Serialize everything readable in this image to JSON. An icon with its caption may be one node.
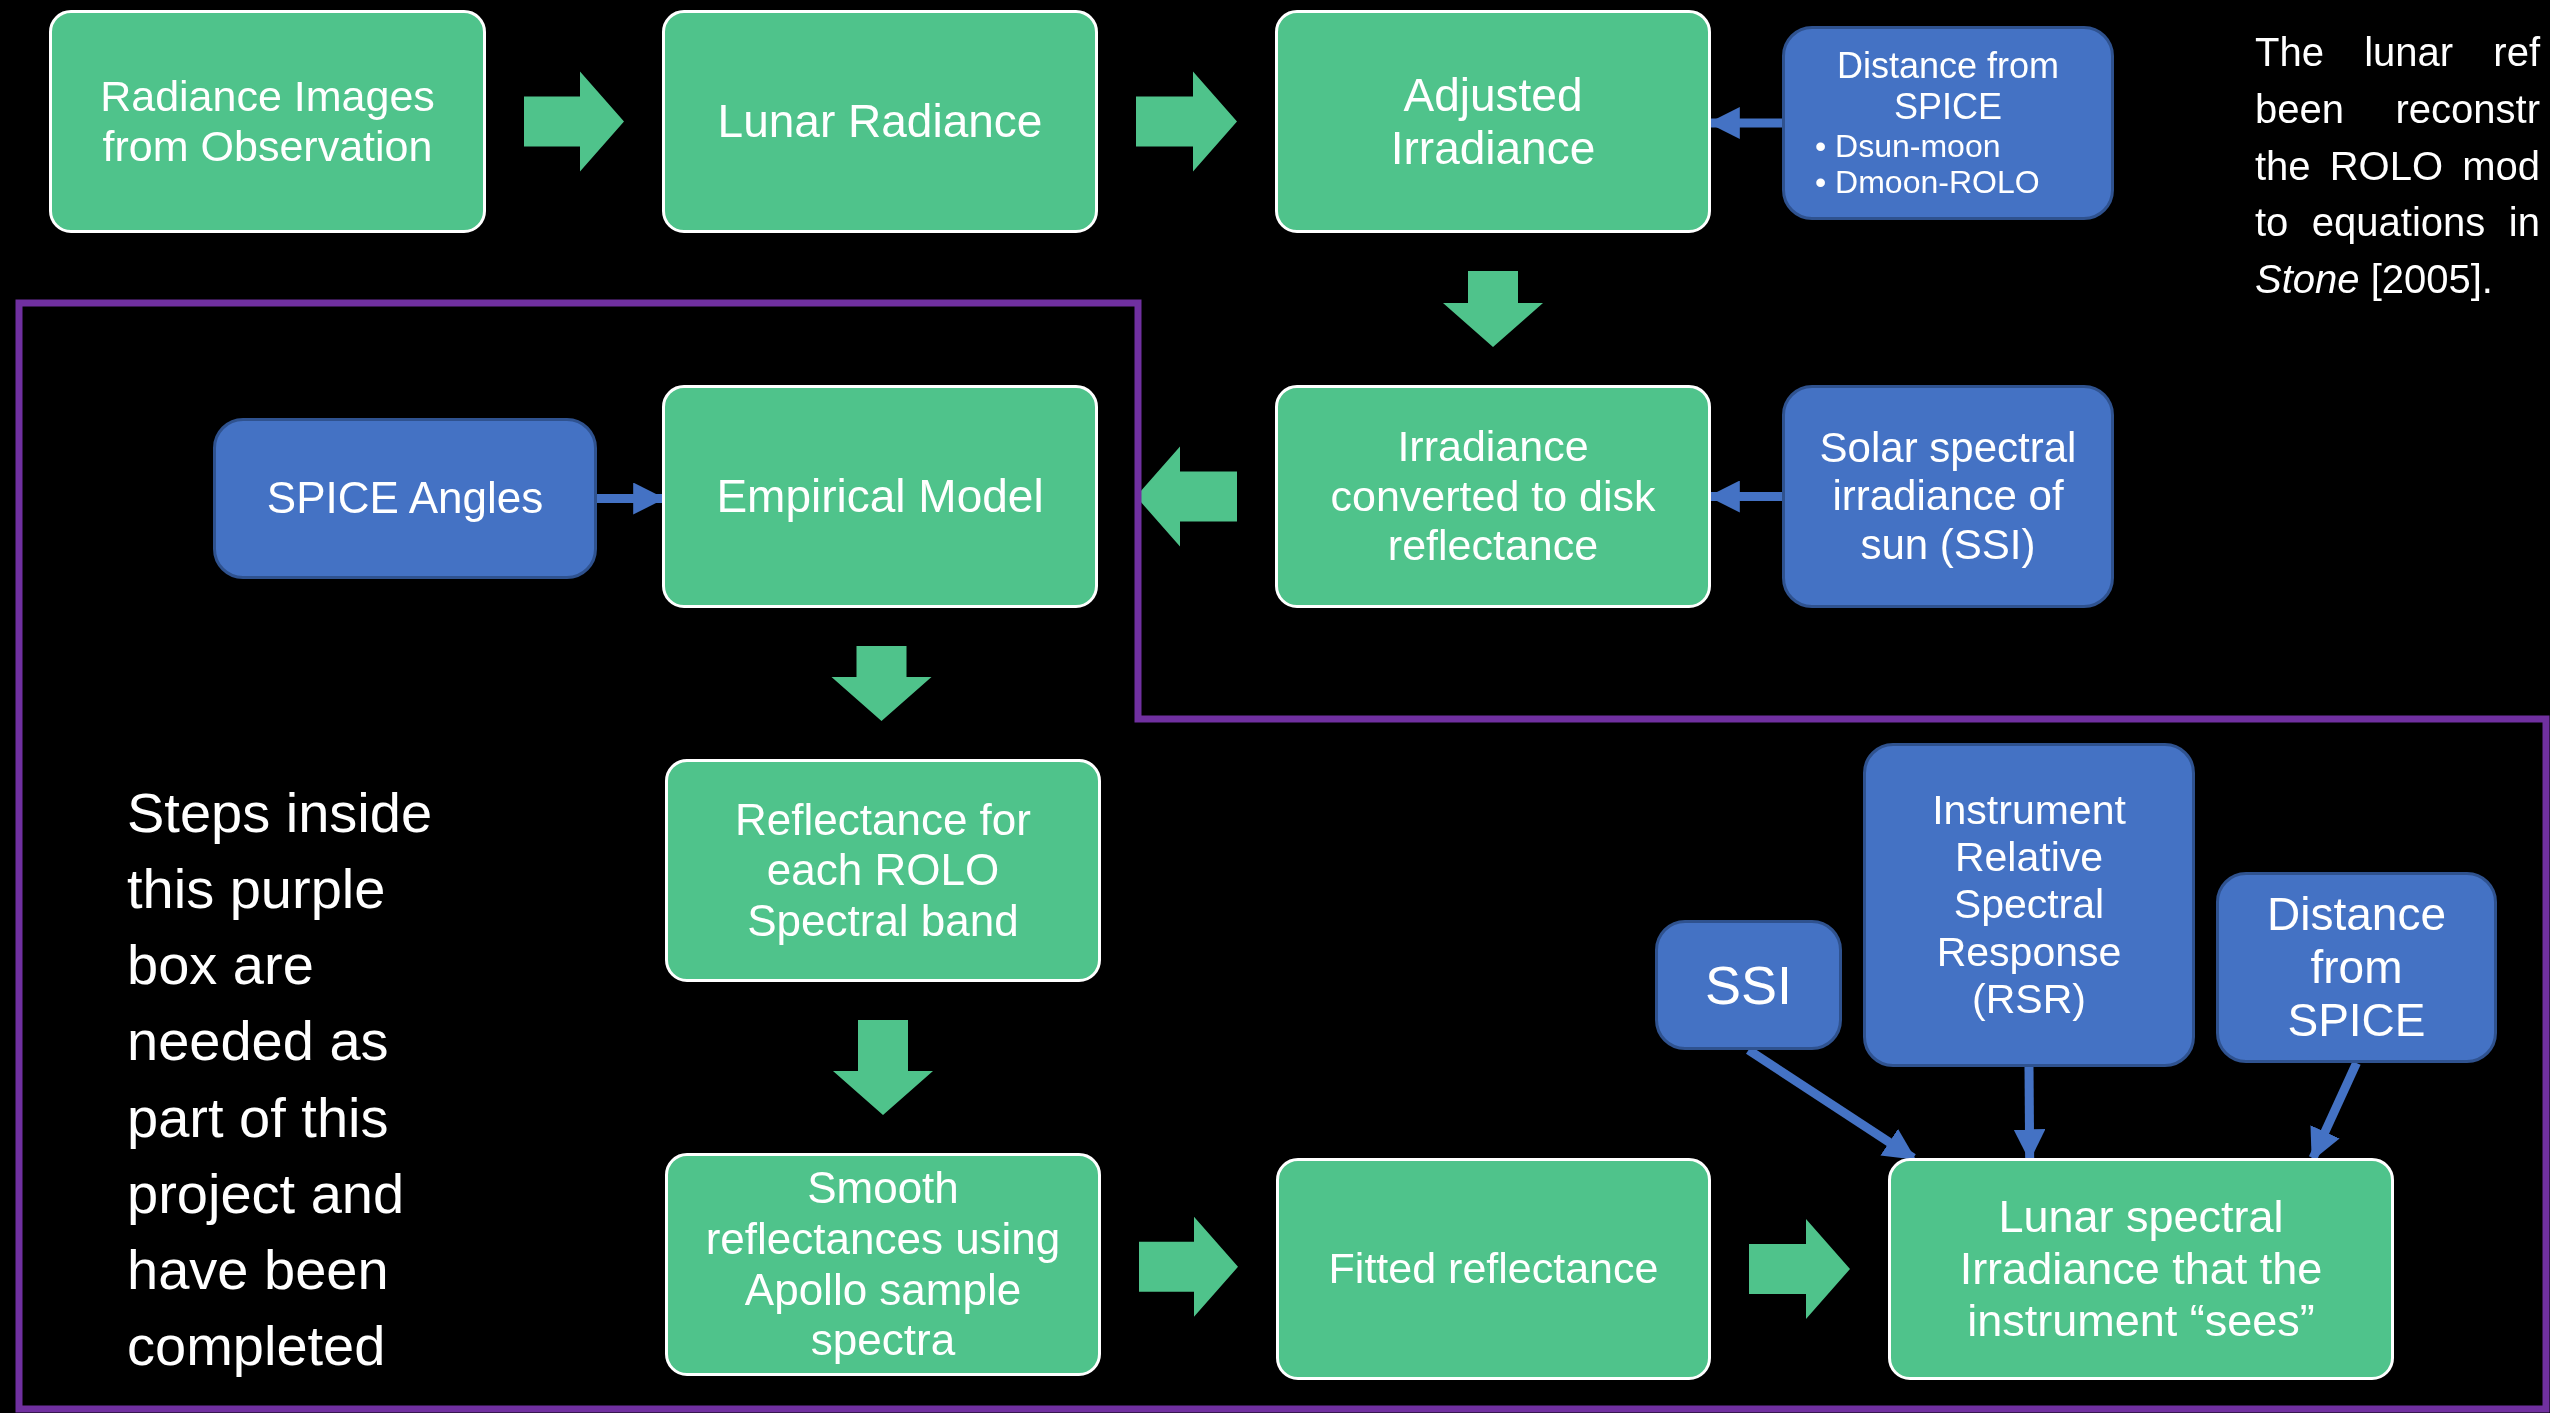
{
  "diagram": {
    "nodes": [
      {
        "text": [
          "Radiance Images from Observation"
        ]
      },
      {
        "text": [
          "Lunar Radiance"
        ]
      },
      {
        "text": [
          "Adjusted Irradiance"
        ]
      },
      {
        "text": [
          "Distance from SPICE",
          "• Dsun-moon",
          "• Dmoon-ROLO"
        ]
      },
      {
        "text": [
          "Irradiance converted to disk reflectance"
        ]
      },
      {
        "text": [
          "Solar spectral irradiance of sun (SSI)"
        ]
      },
      {
        "text": [
          "Steps inside this purple box are needed as part of this project and have been completed"
        ]
      },
      {
        "text": [
          "SPICE Angles"
        ],
        "in": 6
      },
      {
        "text": [
          "Empirical Model"
        ],
        "in": 6
      },
      {
        "text": [
          "Reflectance for each ROLO Spectral band"
        ],
        "in": 6
      },
      {
        "text": [
          "Smooth reflectances using Apollo sample spectra"
        ],
        "in": 6
      },
      {
        "text": [
          "Fitted reflectance"
        ],
        "in": 6
      },
      {
        "text": [
          "SSI"
        ],
        "in": 6
      },
      {
        "text": [
          "Instrument Relative Spectral Response (RSR)"
        ],
        "in": 6
      },
      {
        "text": [
          "Distance from SPICE"
        ],
        "in": 6
      },
      {
        "text": [
          "Lunar spectral Irradiance that the instrument “sees”"
        ],
        "in": 6
      }
    ],
    "edges": [
      {
        "from": 0,
        "to": 1,
        "arrow": "to",
        "style": "thick"
      },
      {
        "from": 1,
        "to": 2,
        "arrow": "to",
        "style": "thick"
      },
      {
        "from": 3,
        "to": 2,
        "arrow": "to",
        "color": "#4472c4"
      },
      {
        "from": 2,
        "to": 4,
        "arrow": "to",
        "style": "thick"
      },
      {
        "from": 5,
        "to": 4,
        "arrow": "to",
        "color": "#4472c4"
      },
      {
        "from": 4,
        "to": 8,
        "arrow": "to",
        "style": "thick"
      },
      {
        "from": 7,
        "to": 8,
        "arrow": "to",
        "color": "#4472c4"
      },
      {
        "from": 8,
        "to": 9,
        "arrow": "to",
        "style": "thick"
      },
      {
        "from": 9,
        "to": 10,
        "arrow": "to",
        "style": "thick"
      },
      {
        "from": 10,
        "to": 11,
        "arrow": "to",
        "style": "thick"
      },
      {
        "from": 11,
        "to": 15,
        "arrow": "to",
        "style": "thick"
      },
      {
        "from": 12,
        "to": 15,
        "arrow": "to",
        "color": "#4472c4"
      },
      {
        "from": 13,
        "to": 15,
        "arrow": "to",
        "color": "#4472c4"
      },
      {
        "from": 14,
        "to": 15,
        "arrow": "to",
        "color": "#4472c4"
      }
    ],
    "labels": [
      "The lunar ref been reconstr the ROLO mod to equations in *Stone* [2005]."
    ]
  }
}
